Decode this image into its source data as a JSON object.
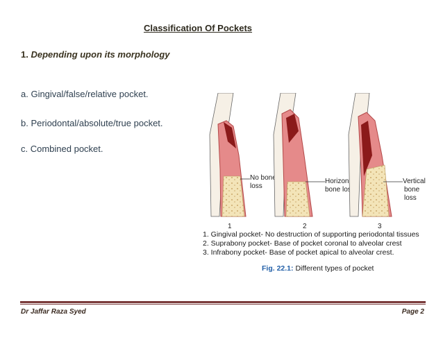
{
  "document": {
    "title": "Classification Of Pockets",
    "section_number": "1.",
    "section_label": "Depending upon its morphology",
    "items": [
      "a. Gingival/false/relative pocket.",
      "b. Periodontal/absolute/true pocket.",
      "c. Combined pocket."
    ]
  },
  "figure": {
    "panel_numbers": [
      "1",
      "2",
      "3"
    ],
    "labels": {
      "panel1": [
        "No bone",
        "loss"
      ],
      "panel2": [
        "Horizontal",
        "bone loss"
      ],
      "panel3": [
        "Vertical",
        "bone",
        "loss"
      ]
    },
    "caption_lines": [
      "1. Gingival pocket- No destruction of supporting periodontal tissues",
      "2. Suprabony pocket- Base of pocket coronal to alveolar crest",
      "3. Infrabony pocket- Base of pocket apical to alveolar crest."
    ],
    "fig_number": "Fig. 22.1:",
    "fig_title": "Different types of pocket",
    "colors": {
      "gingiva": "#e58a8a",
      "gingiva_dark": "#c44a4a",
      "pocket": "#8b1a1a",
      "bone": "#f3e4b8",
      "tooth": "#f6f0e6"
    }
  },
  "footer": {
    "author": "Dr Jaffar Raza Syed",
    "page": "Page 2"
  }
}
